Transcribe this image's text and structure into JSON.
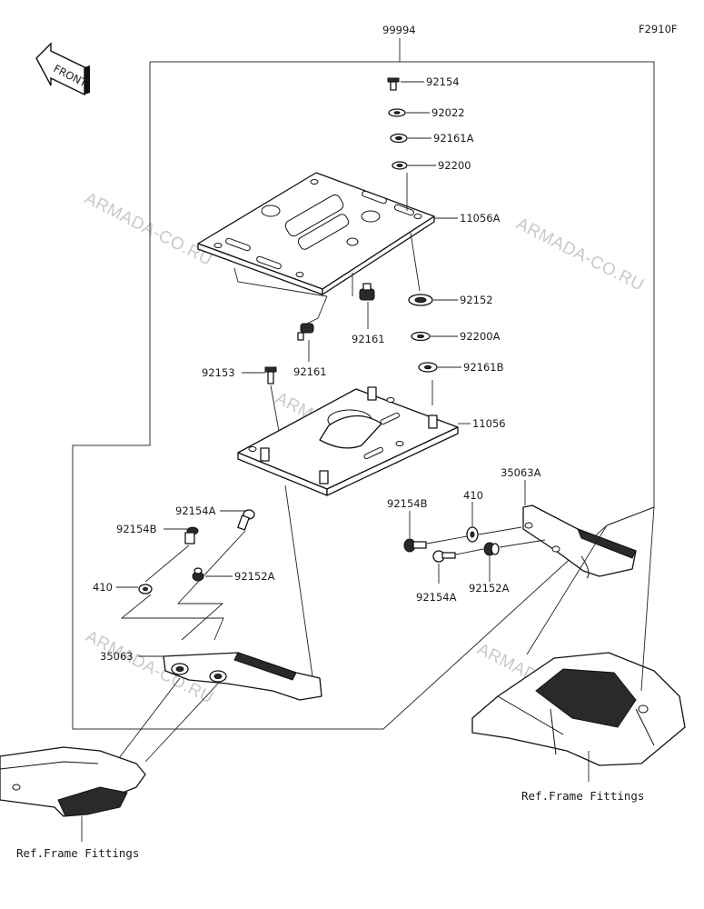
{
  "figure_code": "F2910F",
  "assembly_number": "99994",
  "front_label": "FRONT",
  "watermark": "ARMADA-CO.RU",
  "ref_labels": {
    "left": "Ref.Frame Fittings",
    "right": "Ref.Frame Fittings"
  },
  "parts": {
    "p92154": "92154",
    "p92022": "92022",
    "p92161A": "92161A",
    "p92200": "92200",
    "p11056A": "11056A",
    "p92152": "92152",
    "p92161_a": "92161",
    "p92200A": "92200A",
    "p92161_b": "92161",
    "p92153": "92153",
    "p92161B": "92161B",
    "p11056": "11056",
    "p35063A": "35063A",
    "p92154B_r": "92154B",
    "p410_r": "410",
    "p92154A_r": "92154A",
    "p92152A_r": "92152A",
    "p92154A_l": "92154A",
    "p92154B_l": "92154B",
    "p92152A_l": "92152A",
    "p410_l": "410",
    "p35063": "35063"
  }
}
